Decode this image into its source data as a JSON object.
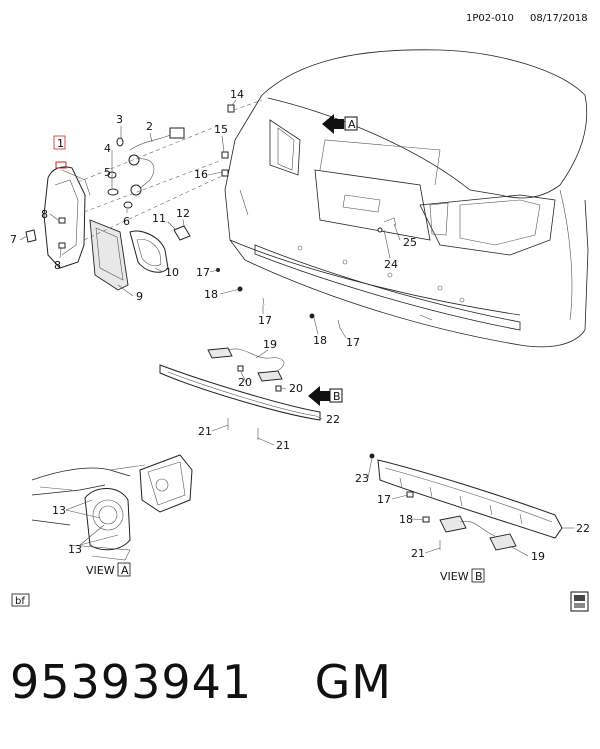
{
  "header": {
    "code": "1P02-010",
    "date": "08/17/2018"
  },
  "callouts": {
    "c1": "1",
    "c2": "2",
    "c3": "3",
    "c4": "4",
    "c5": "5",
    "c6": "6",
    "c7": "7",
    "c8a": "8",
    "c8b": "8",
    "c9": "9",
    "c10": "10",
    "c11": "11",
    "c12": "12",
    "c13a": "13",
    "c13b": "13",
    "c14": "14",
    "c15": "15",
    "c16": "16",
    "c17a": "17",
    "c17b": "17",
    "c17c": "17",
    "c17d": "17",
    "c18a": "18",
    "c18b": "18",
    "c18c": "18",
    "c19a": "19",
    "c19b": "19",
    "c20a": "20",
    "c20b": "20",
    "c21a": "21",
    "c21b": "21",
    "c21c": "21",
    "c22a": "22",
    "c22b": "22",
    "c23": "23",
    "c24": "24",
    "c25": "25"
  },
  "view_refs": {
    "a": "A",
    "b": "B"
  },
  "view_labels": {
    "a_word": "VIEW",
    "a_letter": "A",
    "b_word": "VIEW",
    "b_letter": "B"
  },
  "footer": {
    "tag": "bf"
  },
  "part_number": "95393941",
  "brand": "GM",
  "colors": {
    "highlight": "#d22222",
    "ink": "#111111"
  }
}
